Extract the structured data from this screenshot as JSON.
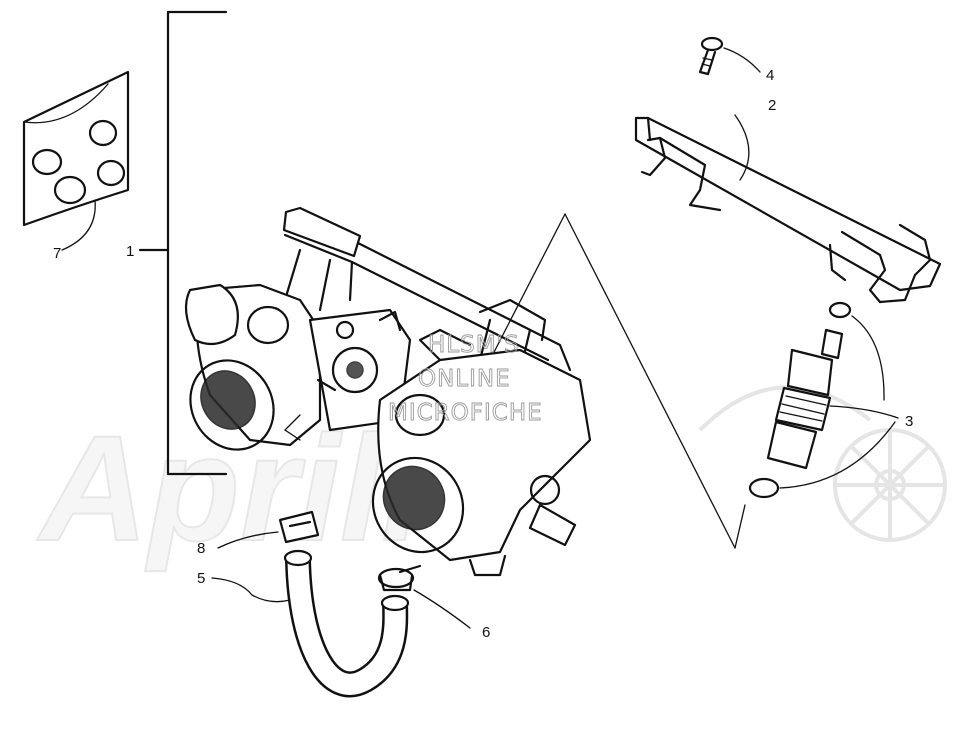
{
  "diagram": {
    "callouts": [
      {
        "id": "1",
        "text": "1"
      },
      {
        "id": "2",
        "text": "2"
      },
      {
        "id": "3",
        "text": "3"
      },
      {
        "id": "4",
        "text": "4"
      },
      {
        "id": "5",
        "text": "5"
      },
      {
        "id": "6",
        "text": "6"
      },
      {
        "id": "7",
        "text": "7"
      },
      {
        "id": "8",
        "text": "8"
      }
    ],
    "watermark": {
      "brand": "Aprilia",
      "stamp_lines": [
        "HLSM'S",
        "ONLINE",
        "MICROFICHE"
      ]
    }
  }
}
